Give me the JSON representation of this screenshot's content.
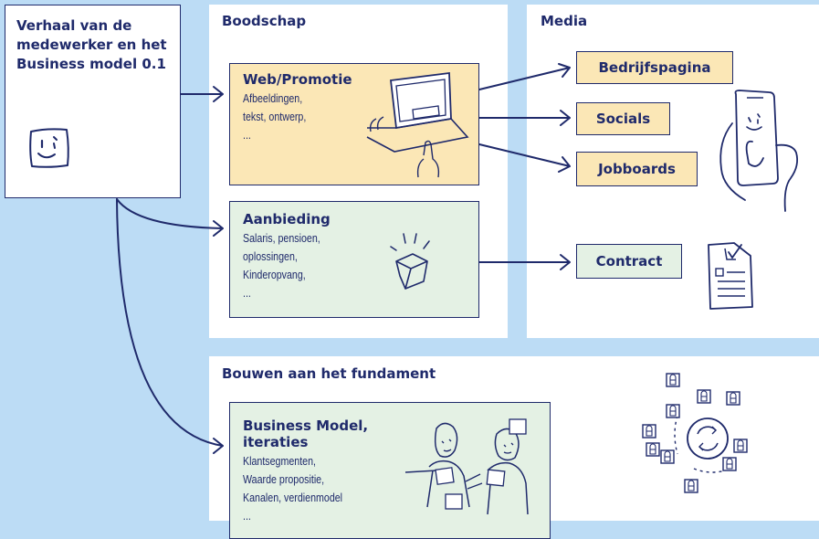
{
  "story": {
    "title": "Verhaal van de medewerker en het Business model 0.1",
    "icon": "smiley-icon"
  },
  "boodschap": {
    "heading": "Boodschap",
    "web": {
      "title": "Web/Promotie",
      "lines": [
        "Afbeeldingen,",
        "tekst, ontwerp,",
        "..."
      ],
      "icon": "laptop-hands-icon"
    },
    "aanbieding": {
      "title": "Aanbieding",
      "lines": [
        "Salaris, pensioen,",
        "oplossingen,",
        "Kinderopvang,",
        "..."
      ],
      "icon": "package-icon"
    }
  },
  "media": {
    "heading": "Media",
    "items": [
      "Bedrijfspagina",
      "Socials",
      "Jobboards"
    ],
    "contract": "Contract",
    "icons": [
      "phone-hand-icon",
      "contract-document-icon"
    ]
  },
  "fundament": {
    "heading": "Bouwen aan het fundament",
    "box": {
      "title_lines": [
        "Business Model,",
        "iteraties"
      ],
      "lines": [
        "Klantsegmenten,",
        "Waarde propositie,",
        "Kanalen, verdienmodel",
        "..."
      ],
      "icon": "collaborating-people-icon"
    },
    "cycle_icon": "lock-cycle-icon"
  },
  "colors": {
    "background": "#bcdcf5",
    "ink": "#1f2a6b",
    "yellow": "#fbe7b6",
    "green": "#e4f1e4"
  }
}
